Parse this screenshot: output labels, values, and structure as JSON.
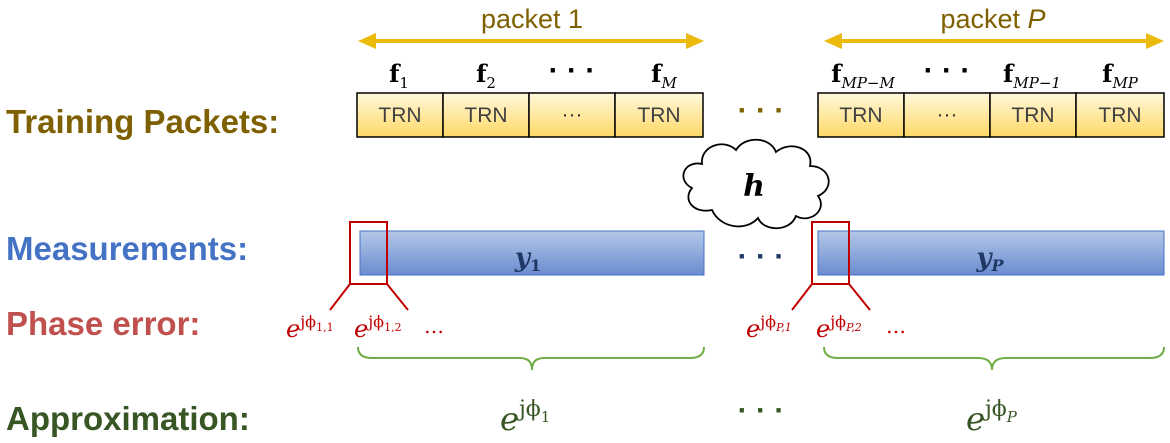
{
  "colors": {
    "gold_arrow": "#ECBA0A",
    "packet_label": "#7F6000",
    "training": "#7F6000",
    "measurement": "#4472C4",
    "phase": "#C00000",
    "approximation": "#375623",
    "brace": "#70AD47",
    "trn_fill_top": "#FFF8DC",
    "trn_fill_bottom": "#FFD966",
    "meas_fill_top": "#B4C7E7",
    "meas_fill_bottom": "#6A8CD0"
  },
  "labels": {
    "training": "Training Packets:",
    "measurements": "Measurements:",
    "phase": "Phase error:",
    "approximation": "Approximation:"
  },
  "packets": {
    "first": {
      "label_main": "packet 1",
      "label_italic": ""
    },
    "last": {
      "label_main": "packet ",
      "label_italic": "P"
    }
  },
  "beams": {
    "f1": {
      "base": "f",
      "sub": "1"
    },
    "f2": {
      "base": "f",
      "sub": "2"
    },
    "fdots": "· · ·",
    "fM": {
      "base": "f",
      "sub": "M"
    },
    "fMPM": {
      "base": "f",
      "sub": "MP−M"
    },
    "fdots2": "· · ·",
    "fMP1": {
      "base": "f",
      "sub": "MP−1"
    },
    "fMP": {
      "base": "f",
      "sub": "MP"
    }
  },
  "trn_blocks": {
    "first": [
      "TRN",
      "TRN",
      "···",
      "TRN"
    ],
    "last": [
      "TRN",
      "···",
      "TRN",
      "TRN"
    ]
  },
  "channel": "h",
  "measurements": {
    "y1": {
      "base": "y",
      "sub": "1"
    },
    "yP": {
      "base": "y",
      "sub": "P"
    }
  },
  "phase_errors": {
    "p1_a": {
      "base": "e",
      "sup": "jϕ",
      "sub": "1,1"
    },
    "p1_b": {
      "base": "e",
      "sup": "jϕ",
      "sub": "1,2"
    },
    "p1_dots": "…",
    "pP_a": {
      "base": "e",
      "sup": "jϕ",
      "sub": "P,1"
    },
    "pP_b": {
      "base": "e",
      "sup": "jϕ",
      "sub": "P,2"
    },
    "pP_dots": "…"
  },
  "approx": {
    "a1": {
      "base": "e",
      "sup": "jϕ",
      "sub": "1"
    },
    "aP": {
      "base": "e",
      "sup": "jϕ",
      "sub": "P"
    }
  },
  "separators": {
    "training": "· · ·",
    "measurement": "· · ·",
    "approximation": "· · ·"
  }
}
